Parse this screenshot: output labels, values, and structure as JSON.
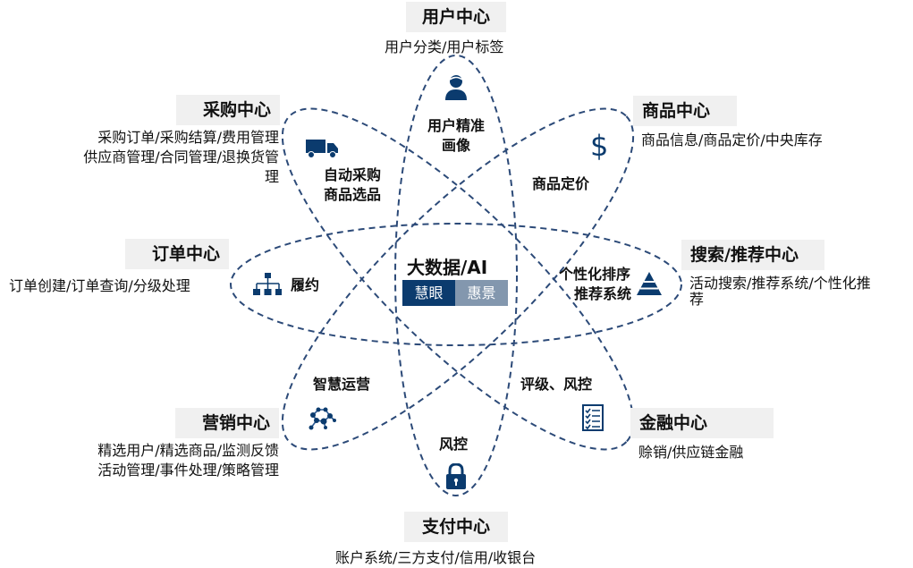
{
  "colors": {
    "accent": "#0b3b6e",
    "accent_light": "#8397ae",
    "header_bg": "#f0f0f0",
    "dash": "#2c4a78"
  },
  "core": {
    "title": "大数据/AI",
    "tags": [
      "慧眼",
      "惠景"
    ]
  },
  "centers": {
    "user": {
      "title": "用户中心",
      "desc": [
        "用户分类/用户标签"
      ]
    },
    "purchase": {
      "title": "采购中心",
      "desc": [
        "采购订单/采购结算/费用管理",
        "供应商管理/合同管理/退换货管",
        "理"
      ]
    },
    "product": {
      "title": "商品中心",
      "desc": [
        "商品信息/商品定价/中央库存"
      ]
    },
    "order": {
      "title": "订单中心",
      "desc": [
        "订单创建/订单查询/分级处理"
      ]
    },
    "search": {
      "title": "搜索/推荐中心",
      "desc": [
        "活动搜索/推荐系统/个性化推",
        "荐"
      ]
    },
    "marketing": {
      "title": "营销中心",
      "desc": [
        "精选用户/精选商品/监测反馈",
        "活动管理/事件处理/策略管理"
      ]
    },
    "finance": {
      "title": "金融中心",
      "desc": [
        "赊销/供应链金融"
      ]
    },
    "payment": {
      "title": "支付中心",
      "desc": [
        "账户系统/三方支付/信用/收银台"
      ]
    }
  },
  "nodes": {
    "user_portrait": [
      "用户精准",
      "画像"
    ],
    "auto_purchase": [
      "自动采购",
      "商品选品"
    ],
    "pricing": [
      "商品定价"
    ],
    "fulfillment": [
      "履约"
    ],
    "recommend": [
      "个性化排序",
      "推荐系统"
    ],
    "smart_ops": [
      "智慧运营"
    ],
    "rating": [
      "评级、风控"
    ],
    "risk": [
      "风控"
    ]
  },
  "icons": {
    "user_portrait": "user-icon",
    "auto_purchase": "truck-icon",
    "pricing": "dollar-icon",
    "fulfillment": "org-chart-icon",
    "recommend": "pyramid-icon",
    "smart_ops": "network-icon",
    "rating": "checklist-icon",
    "risk": "lock-icon"
  }
}
